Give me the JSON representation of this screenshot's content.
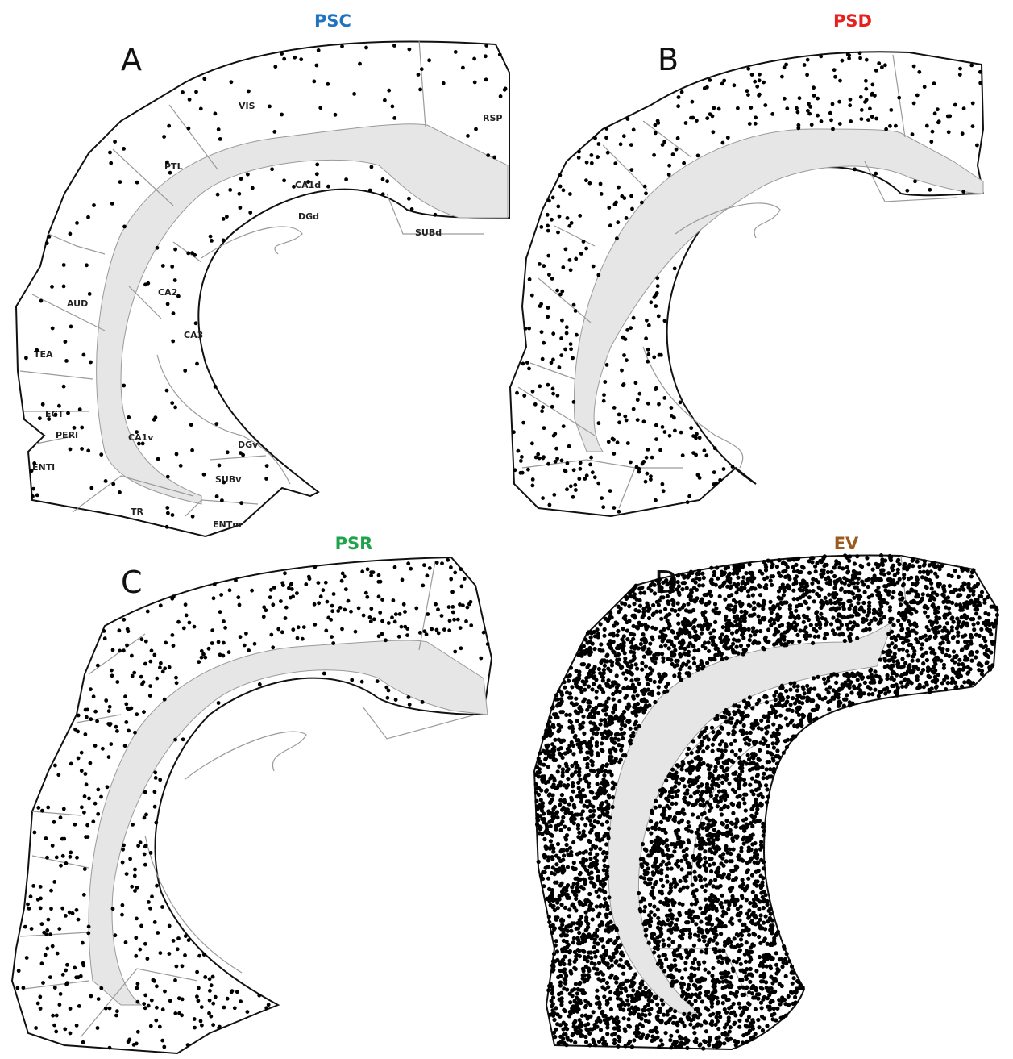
{
  "panels": [
    {
      "id": "A",
      "letter": "A",
      "title": "PSC",
      "title_color": "#1f74c0",
      "density": "sparse"
    },
    {
      "id": "B",
      "letter": "B",
      "title": "PSD",
      "title_color": "#e5221f",
      "density": "moderate"
    },
    {
      "id": "C",
      "letter": "C",
      "title": "PSR",
      "title_color": "#1fa34a",
      "density": "moderate"
    },
    {
      "id": "D",
      "letter": "D",
      "title": "EV",
      "title_color": "#9b5a1e",
      "density": "dense"
    }
  ],
  "region_labels": {
    "vis": "VIS",
    "rsp": "RSP",
    "ptl": "PTL",
    "ca1d": "CA1d",
    "dgd": "DGd",
    "subd": "SUBd",
    "aud": "AUD",
    "ca2": "CA2",
    "ca3": "CA3",
    "tea": "TEA",
    "ect": "ECT",
    "peri": "PERI",
    "ca1v": "CA1v",
    "dgv": "DGv",
    "enti": "ENTl",
    "subv": "SUBv",
    "tr": "TR",
    "entm": "ENTm"
  },
  "colors": {
    "outline": "#111111",
    "boundary": "#9a9a9a",
    "ventricle": "#e6e6e6",
    "dot": "#000000"
  }
}
